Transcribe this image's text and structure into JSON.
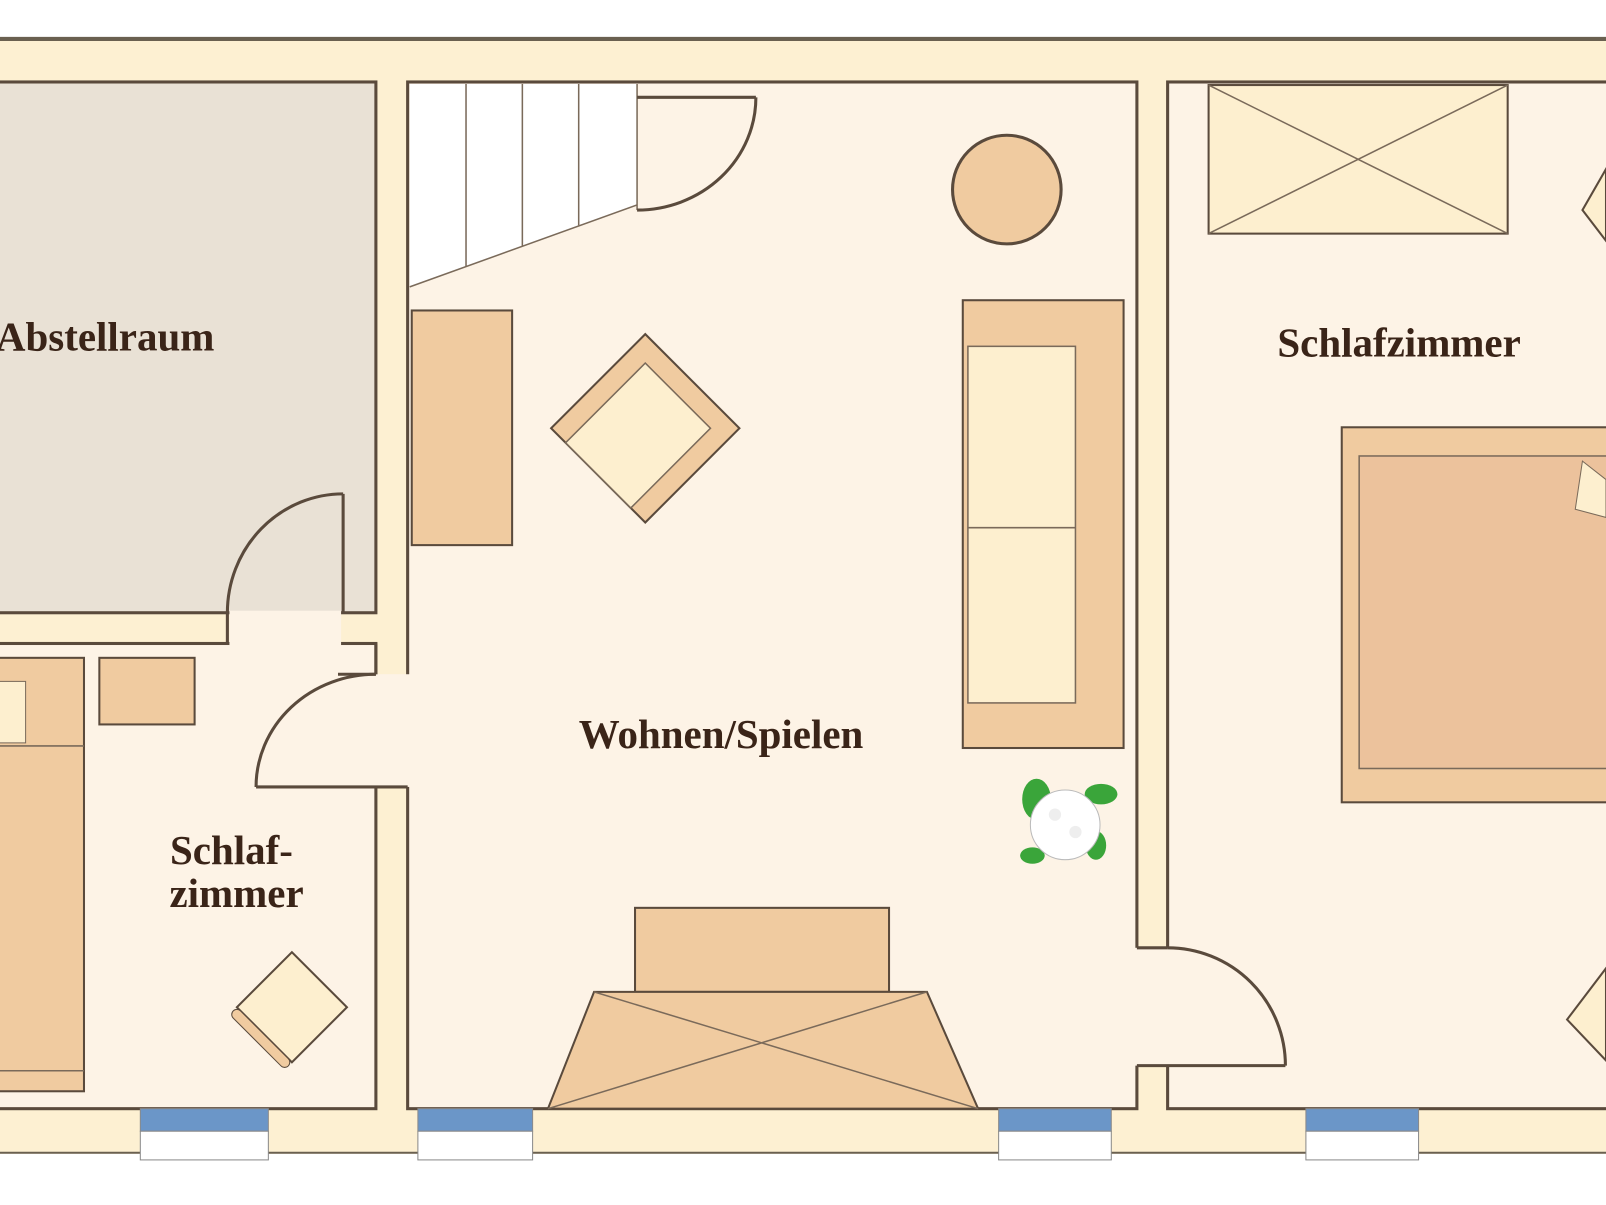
{
  "rooms": {
    "storage": "Abstellraum",
    "living": "Wohnen/Spielen",
    "bedroom_large": "Schlafzimmer",
    "bedroom_small_line1": "Schlaf-",
    "bedroom_small_line2": "zimmer"
  },
  "colors": {
    "wall": "#fdf0d2",
    "floor": "#fdf3e6",
    "storage_floor": "#e9e1d5",
    "furniture": "#f0cba0",
    "cushion": "#fdefcf",
    "outline": "#5a4a3c",
    "window": "#6b96c8",
    "plant_leaf": "#3aa53a"
  }
}
